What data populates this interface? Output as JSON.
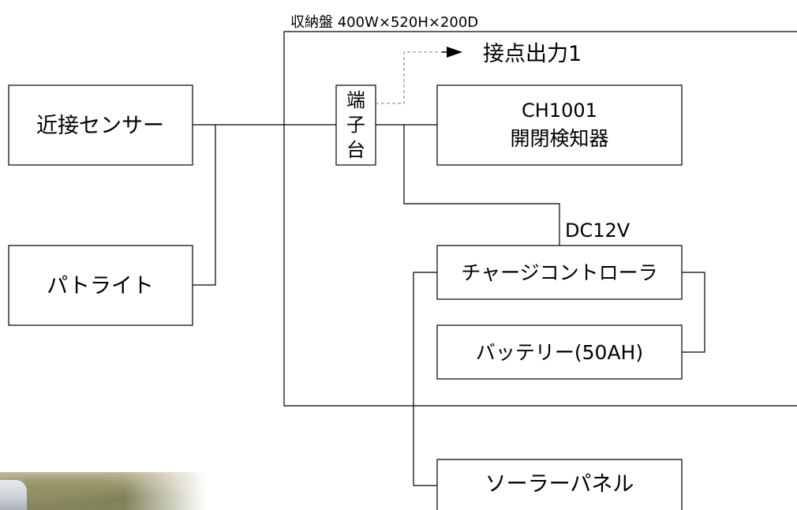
{
  "enclosure": {
    "label": "収納盤 400W×520H×200D"
  },
  "boxes": {
    "proximity_sensor": "近接センサー",
    "patlite": "パトライト",
    "terminal_block": [
      "端",
      "子",
      "台"
    ],
    "detector": [
      "CH1001",
      "開閉検知器"
    ],
    "charge_controller": "チャージコントローラ",
    "battery": "バッテリー(50AH)",
    "solar_panel": "ソーラーパネル"
  },
  "labels": {
    "contact_output": "接点出力1",
    "dc_voltage": "DC12V"
  },
  "colors": {
    "line": "#000000",
    "dashed_arrow": "#999999",
    "solid_arrow": "#000000"
  }
}
